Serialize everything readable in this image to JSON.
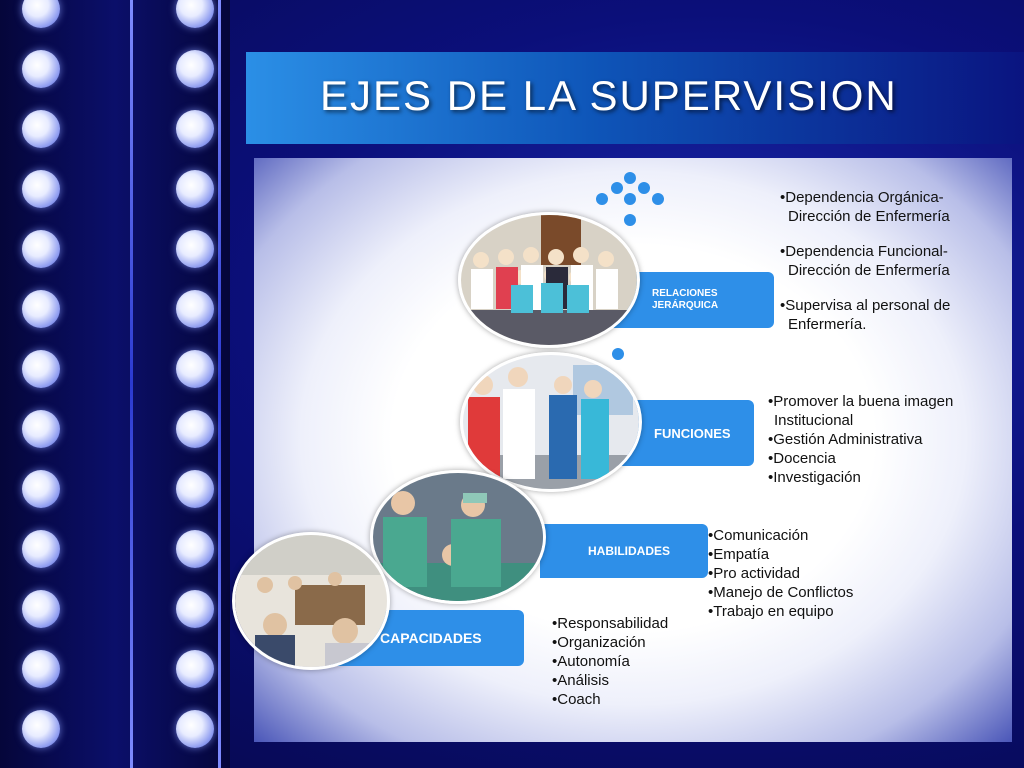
{
  "slide": {
    "title": "EJES DE LA SUPERVISION",
    "colors": {
      "accent": "#2e8fe8",
      "title_bar": "#0e55b8",
      "background": "#0a0b5e"
    }
  },
  "sections": {
    "relaciones": {
      "label_line1": "RELACIONES",
      "label_line2": "JERÁRQUICA",
      "items": [
        "•Dependencia Orgánica-",
        " Dirección de Enfermería",
        "•Dependencia Funcional-",
        " Dirección de Enfermería",
        "•Supervisa al personal de",
        " Enfermería."
      ]
    },
    "funciones": {
      "label": "FUNCIONES",
      "items": [
        "•Promover la buena imagen",
        " Institucional",
        "•Gestión Administrativa",
        "•Docencia",
        "•Investigación"
      ]
    },
    "habilidades": {
      "label": "HABILIDADES",
      "items": [
        "•Comunicación",
        "•Empatía",
        "•Pro actividad",
        "•Manejo de Conflictos",
        "•Trabajo en equipo"
      ]
    },
    "capacidades": {
      "label": "CAPACIDADES",
      "items": [
        "•Responsabilidad",
        "•Organización",
        "•Autonomía",
        "•Análisis",
        "•Coach"
      ]
    }
  }
}
